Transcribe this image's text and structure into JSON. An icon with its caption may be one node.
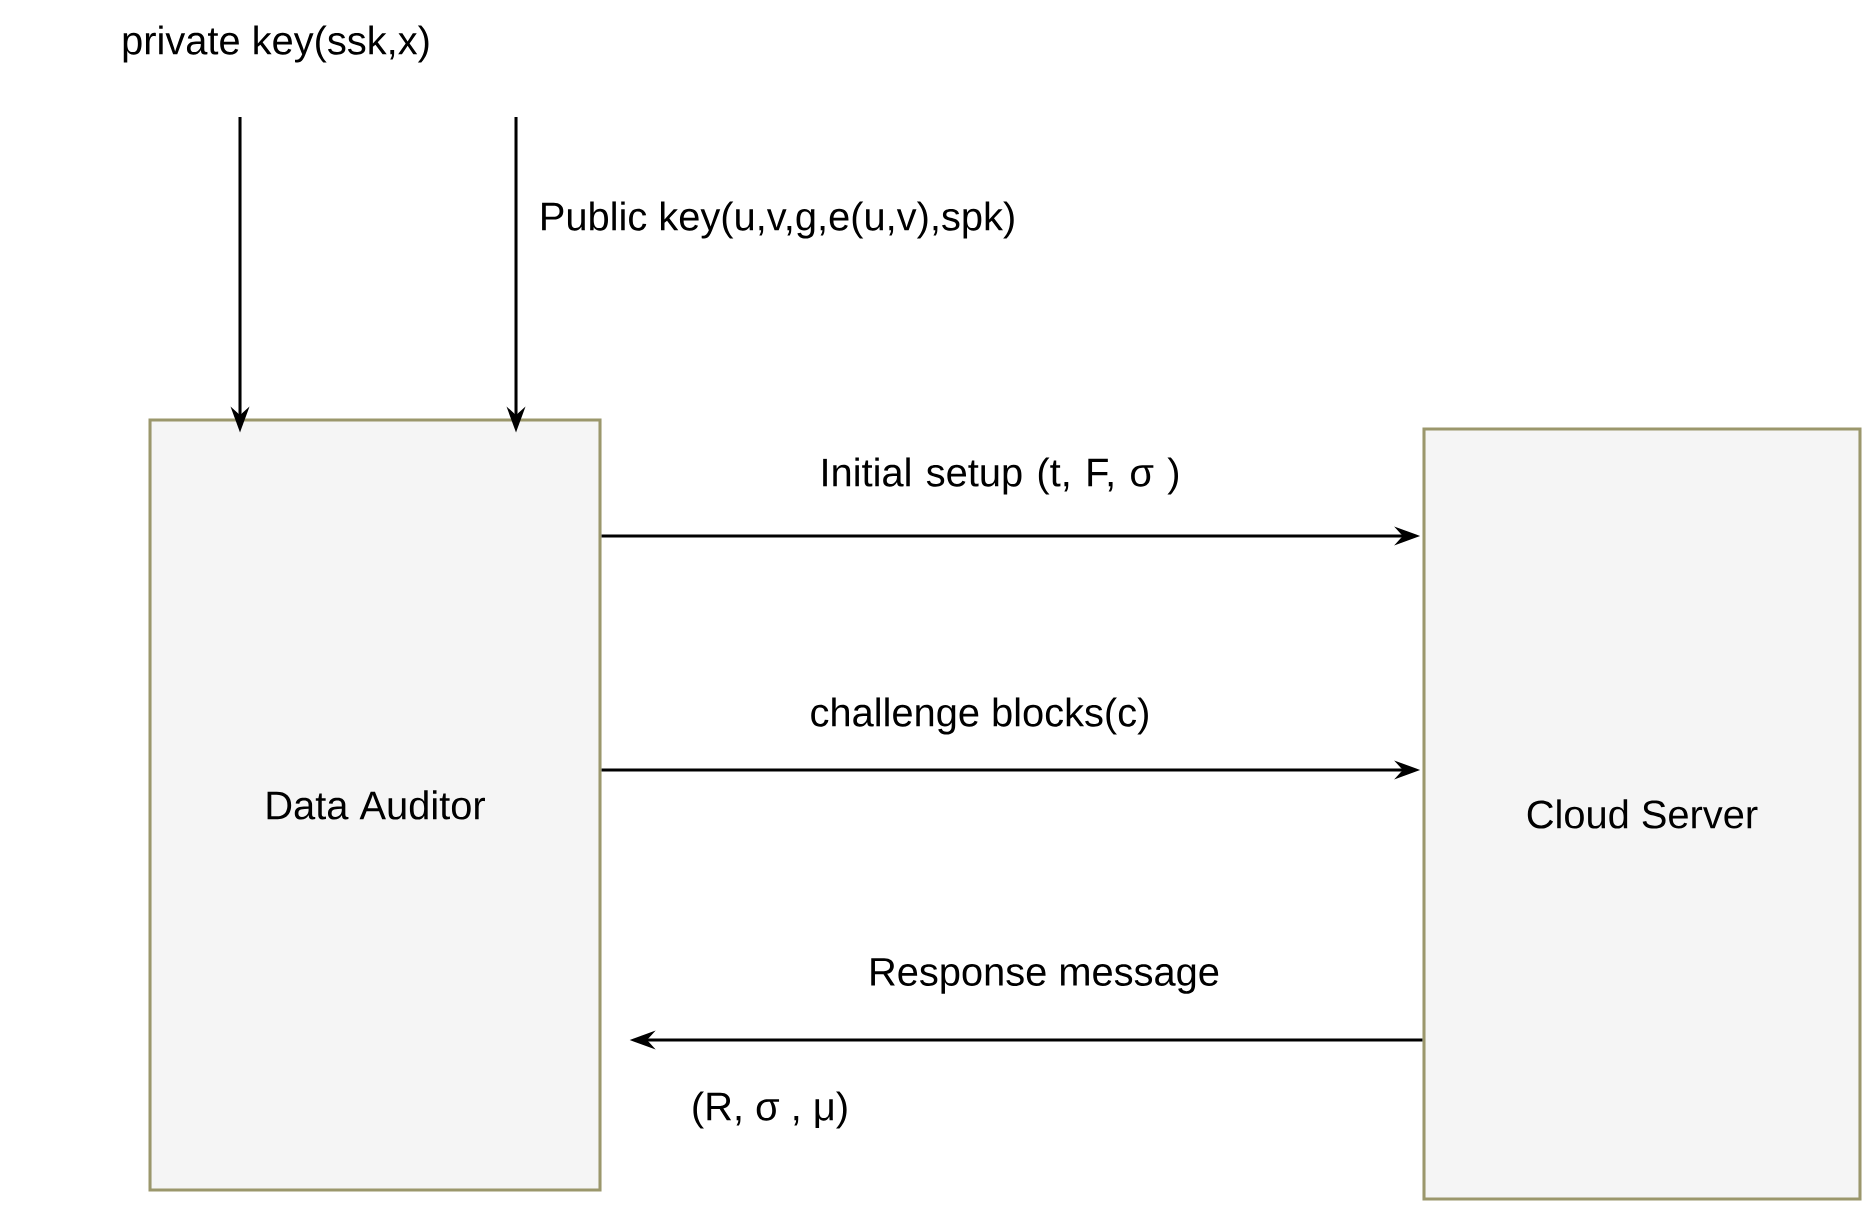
{
  "diagram": {
    "nodes": [
      {
        "text": [
          "private key(ssk,x)"
        ]
      },
      {
        "text": [
          "Data Auditor"
        ]
      },
      {
        "text": [
          "Cloud Server"
        ]
      }
    ],
    "edges": [
      {
        "from": 0,
        "to": 1,
        "arrow": "to"
      },
      {
        "from": 0,
        "to": 1,
        "arrow": "to",
        "label": "Public key(u,v,g,e(u,v),spk)"
      },
      {
        "from": 1,
        "to": 2,
        "arrow": "to",
        "label": "Initial setup (t, F, σ )"
      },
      {
        "from": 1,
        "to": 2,
        "arrow": "to",
        "label": "challenge blocks(c)"
      },
      {
        "from": 2,
        "to": 1,
        "arrow": "to",
        "label": "Response message"
      }
    ],
    "labels": [
      "(R, σ , μ)"
    ]
  }
}
